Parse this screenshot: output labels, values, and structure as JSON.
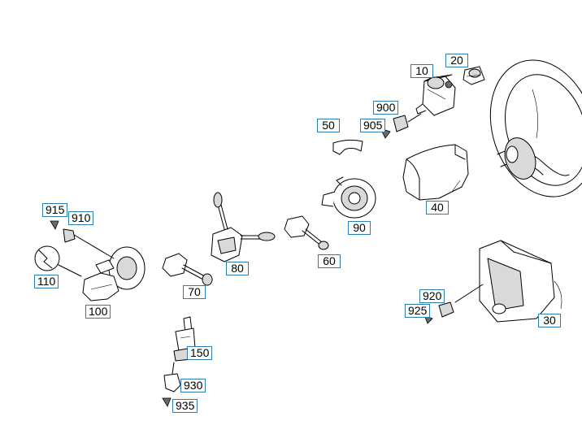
{
  "callouts": {
    "c10": "10",
    "c20": "20",
    "c30": "30",
    "c40": "40",
    "c50": "50",
    "c60": "60",
    "c70": "70",
    "c80": "80",
    "c90": "90",
    "c100": "100",
    "c110": "110",
    "c150": "150",
    "c900": "900",
    "c905": "905",
    "c910": "910",
    "c915": "915",
    "c920": "920",
    "c925": "925",
    "c930": "930",
    "c935": "935"
  },
  "colors": {
    "callout_border": "#2b7fb0",
    "line": "#000000",
    "background": "#ffffff"
  }
}
